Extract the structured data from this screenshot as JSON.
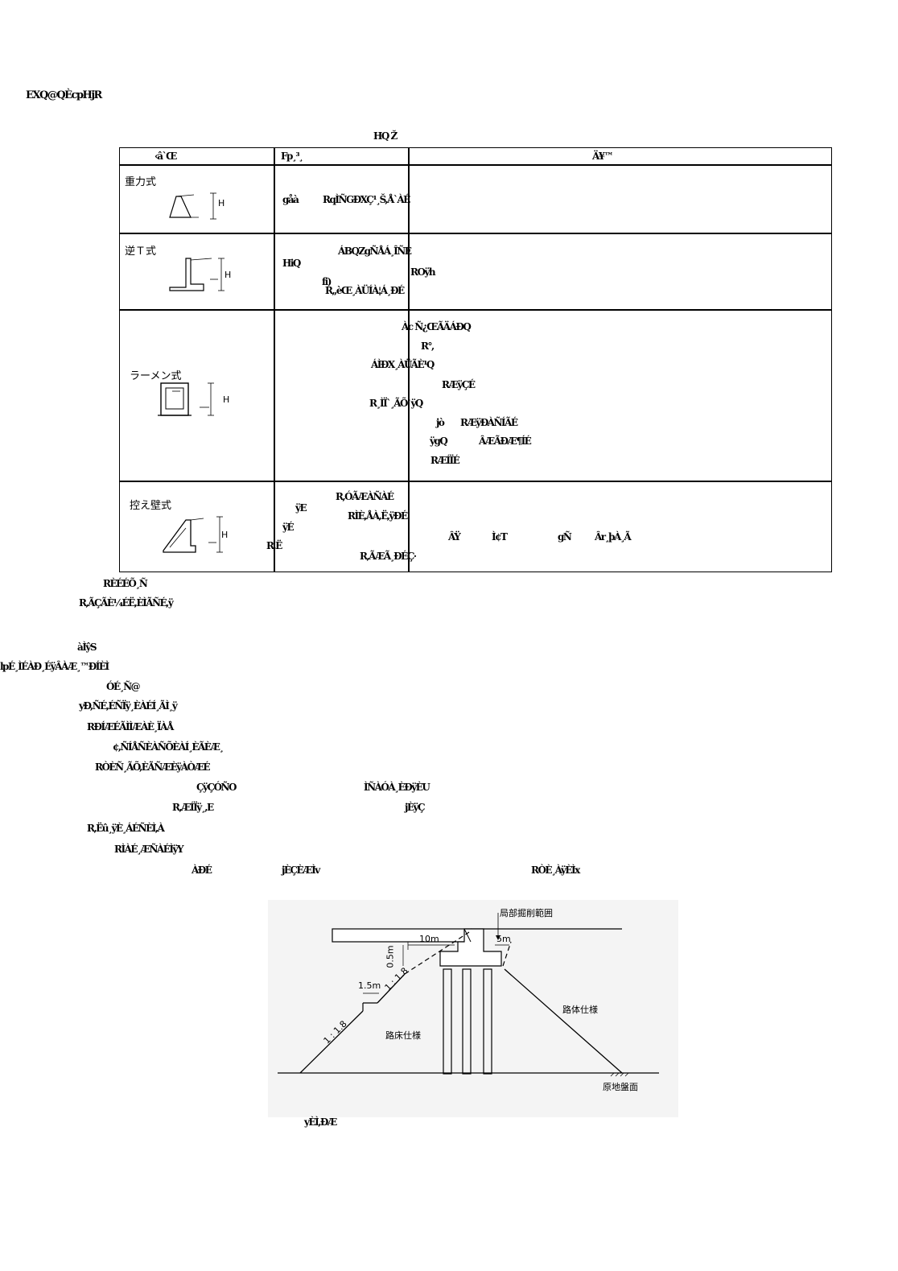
{
  "heading": "EXQ@QÈcpHjR",
  "table_caption": "HQ Ž",
  "table": {
    "headers": [
      "‹â`Œ",
      "Fp¸³¸",
      "Ä¥™"
    ],
    "rows": [
      {
        "type_label": "重力式",
        "h_label": "H",
        "col2": [
          "gåà",
          "RqÌÑGÐXÇ¹¸Š,Å`ÀÉ"
        ],
        "col3": []
      },
      {
        "type_label": "逆Ｔ式",
        "h_label": "H",
        "col2": [
          "HiQ",
          "ÁBQZgÑÅÁ¸ÎÑÉ",
          "ROÿh",
          "fi)",
          "R,,èŒ¸ÀÜÍÀ¦Á¸ÐÉ"
        ],
        "col3": []
      },
      {
        "type_label": "ラーメン式",
        "h_label": "H",
        "col2": [
          "Àc Ñ¿ŒÃÄÁÐQ",
          "R°,",
          "ÁÌÐX¸ÀÜÃÈ¹Q",
          "RÆÿÇÉ",
          "R¸ÌÏ`¸ÃÕ`ÿQ",
          "jò",
          "RÆÿÐÀÑÍÃÉ",
          "ÿgQ",
          "ÂÆÃÐÆ¶ÍÉ",
          "RÆÍÏÉ"
        ],
        "col3": []
      },
      {
        "type_label": "控え壁式",
        "h_label": "H",
        "col2": [
          "R,ÓÃÆÀÑÀÉ",
          "ÿE",
          "RÌÈ,ÅÀ,Ë,ÿÐÉ",
          "ÿÉ",
          "R,Ë"
        ],
        "col3": [
          "ÂŸ",
          "Ì¢T",
          "gÑ",
          "Âr¸þÀ¸Ã",
          "R,ÃÆÃ¸ÐÉÇ·"
        ]
      }
    ]
  },
  "notes_after_table": [
    "RÈÉÉÕ¸Ñ",
    "R,ÃÇÃÈ¼ÉË,ÈÌÃÑÉ,ÿ"
  ],
  "section_title": "àÌŷS",
  "body_lines": [
    "ŀpÉ¸ÌÉÀÐ¸ÉÿÂÀÆ¸™ÐÍÈÌ",
    "ÓÉ¸Ñ@",
    "yÐ,ÑÉ,ÉÑÏÿ¸ÈÀÉÍ¸ÃÌ¸ÿ",
    "RÐÍÆÉÃÌÌÆÀÈ¸ÏÀÅ",
    "¢,ÑÍÅÑÈÀÑÕÈÀÍ¸ÈÃÈÆ¸",
    "RÒÈÑ¸ÃÕ,ÈÃÑÆÈÿÀÒÆÉ",
    "ÇÿÇÓÑO",
    "ÌÑÀÓÀ¸ÈÐÿÈU",
    "R,ÆÍÏÿ¸,E",
    "jÈÿÇ",
    "R,Ëû¸ÿÈ¸ÁÉÑÈÌ,À",
    "RÌÀÉ¸ÆÑÀÉÌÿY",
    "ÀÐÉ",
    "jÈÇÈÆÌv",
    "RÒÈ¸ÀÿÈÌx"
  ],
  "diagram": {
    "label_excavation": "局部掘削範囲",
    "label_10m": "10m",
    "label_5m": "5m",
    "label_05m": "0.5m",
    "label_15m": "1.5m",
    "label_slope_upper": "1 : 1.8",
    "label_slope_lower": "1 : 1.8",
    "label_roadbed": "路床仕様",
    "label_embankment": "路体仕様",
    "label_ground": "原地盤面"
  },
  "figure_caption": "yÈÌ,ÐÆ"
}
